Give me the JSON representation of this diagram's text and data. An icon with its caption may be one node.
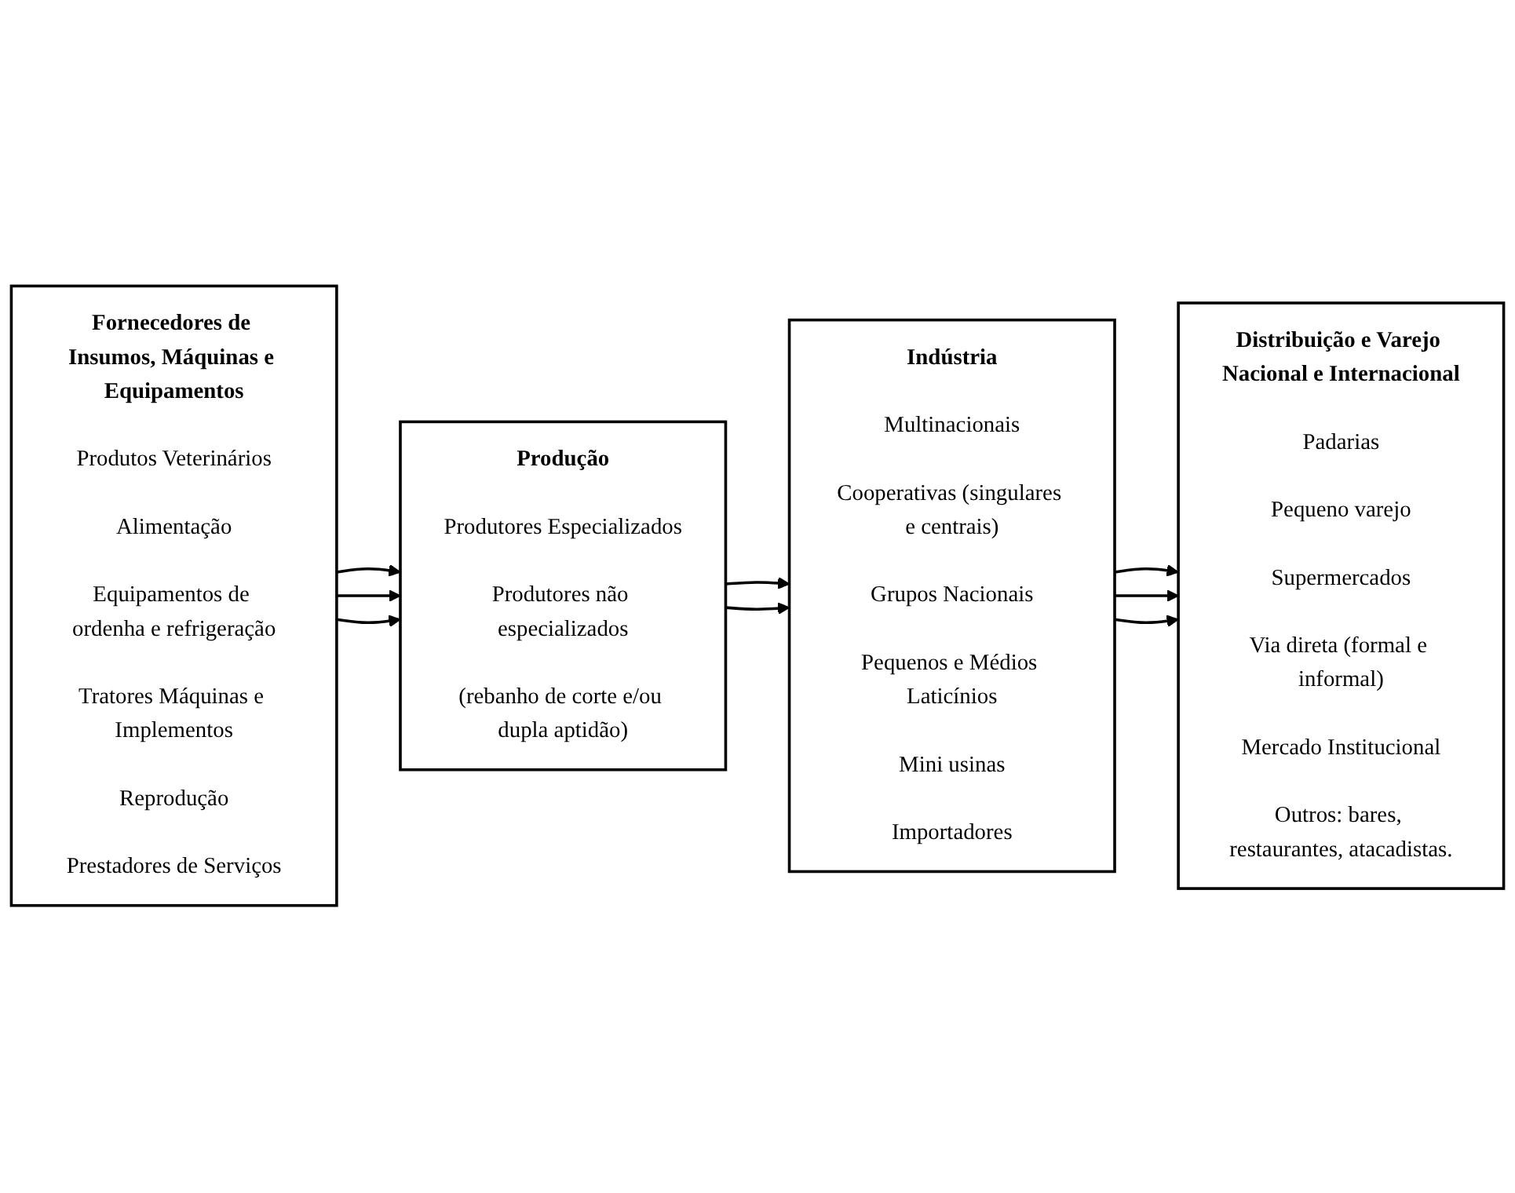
{
  "diagram": {
    "nodes": [
      {
        "text": [
          "Fornecedores de Insumos, Máquinas e Equipamentos",
          "Produtos Veterinários",
          "Alimentação",
          "Equipamentos de ordenha e refrigeração",
          "Tratores Máquinas e Implementos",
          "Reprodução",
          "Prestadores de Serviços"
        ]
      },
      {
        "text": [
          "Produção",
          "Produtores Especializados",
          "Produtores não especializados",
          "(rebanho de corte e/ou dupla aptidão)"
        ]
      },
      {
        "text": [
          "Indústria",
          "Multinacionais",
          "Cooperativas (singulares e centrais)",
          "Grupos Nacionais",
          "Pequenos e Médios Laticínios",
          "Mini usinas",
          "Importadores"
        ]
      },
      {
        "text": [
          "Distribuição e Varejo Nacional e Internacional",
          "Padarias",
          "Pequeno varejo",
          "Supermercados",
          "Via direta (formal e informal)",
          "Mercado Institucional",
          "Outros: bares, restaurantes, atacadistas."
        ]
      }
    ],
    "edges": [
      {
        "from": 0,
        "to": 1,
        "arrow": "to"
      },
      {
        "from": 0,
        "to": 1,
        "arrow": "to"
      },
      {
        "from": 0,
        "to": 1,
        "arrow": "to"
      },
      {
        "from": 1,
        "to": 2,
        "arrow": "to"
      },
      {
        "from": 1,
        "to": 2,
        "arrow": "to"
      },
      {
        "from": 2,
        "to": 3,
        "arrow": "to"
      },
      {
        "from": 2,
        "to": 3,
        "arrow": "to"
      },
      {
        "from": 2,
        "to": 3,
        "arrow": "to"
      }
    ]
  }
}
